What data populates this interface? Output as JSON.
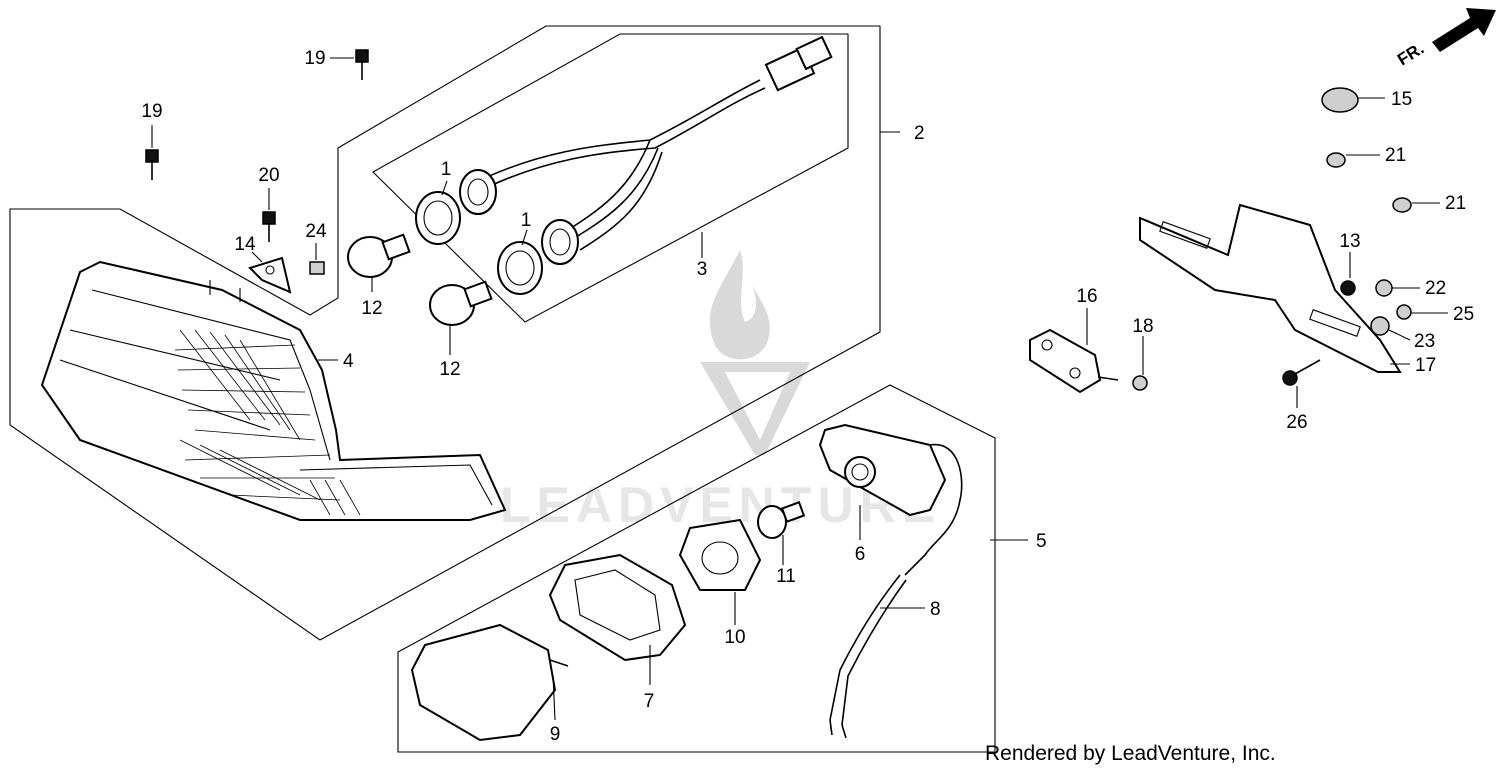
{
  "diagram": {
    "credit": "Rendered by LeadVenture, Inc.",
    "watermark": "LEADVENTURE",
    "front_arrow_label": "FR.",
    "callouts": {
      "c1a": "1",
      "c1b": "1",
      "c2": "2",
      "c3": "3",
      "c4": "4",
      "c5": "5",
      "c6": "6",
      "c7": "7",
      "c8": "8",
      "c9": "9",
      "c10": "10",
      "c11": "11",
      "c12a": "12",
      "c12b": "12",
      "c13": "13",
      "c14": "14",
      "c15": "15",
      "c16": "16",
      "c17": "17",
      "c18": "18",
      "c19a": "19",
      "c19b": "19",
      "c20": "20",
      "c21a": "21",
      "c21b": "21",
      "c22": "22",
      "c23": "23",
      "c24": "24",
      "c25": "25",
      "c26": "26"
    }
  }
}
